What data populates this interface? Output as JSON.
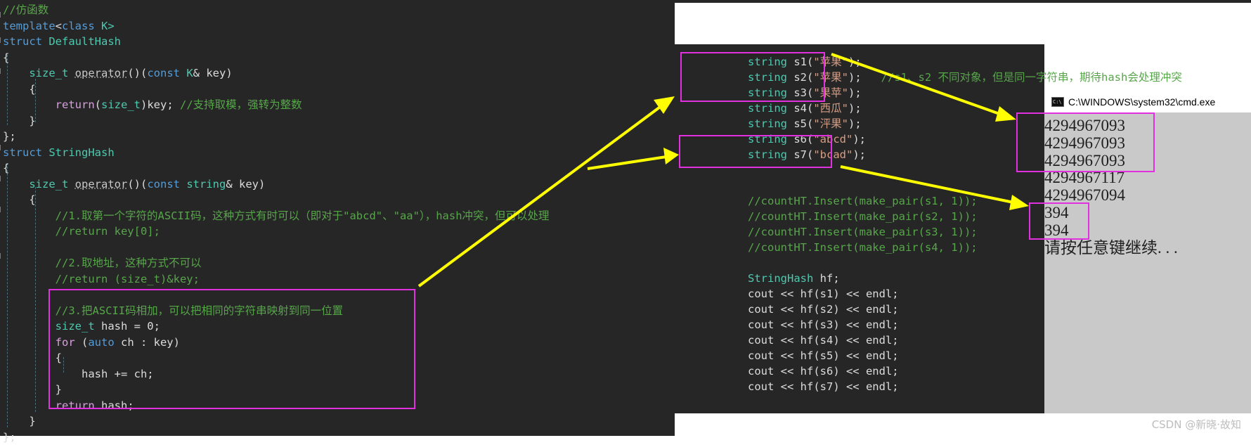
{
  "left_code": {
    "lines": [
      [
        [
          "//仿函数",
          "comment"
        ]
      ],
      [
        [
          "template",
          "keyword"
        ],
        [
          "<",
          "plain"
        ],
        [
          "class",
          "keyword"
        ],
        [
          " K>",
          "type"
        ]
      ],
      [
        [
          "struct",
          "keyword"
        ],
        [
          " DefaultHash",
          "type"
        ]
      ],
      [
        [
          "{",
          "plain"
        ]
      ],
      [
        [
          "    ",
          "plain"
        ],
        [
          "size_t",
          "type"
        ],
        [
          " ",
          "plain"
        ],
        [
          "operator",
          "func"
        ],
        [
          "()(",
          "plain"
        ],
        [
          "const",
          "keyword"
        ],
        [
          " K",
          "type"
        ],
        [
          "&",
          " plain"
        ],
        [
          " key)",
          "plain"
        ]
      ],
      [
        [
          "    {",
          "plain"
        ]
      ],
      [
        [
          "        ",
          "plain"
        ],
        [
          "return",
          "control"
        ],
        [
          "(",
          "plain"
        ],
        [
          "size_t",
          "type"
        ],
        [
          ")key; ",
          "plain"
        ],
        [
          "//支持取模，强转为整数",
          "comment"
        ]
      ],
      [
        [
          "    }",
          "plain"
        ]
      ],
      [
        [
          "};",
          "plain"
        ]
      ],
      [
        [
          "struct",
          "keyword"
        ],
        [
          " StringHash",
          "type"
        ]
      ],
      [
        [
          "{",
          "plain"
        ]
      ],
      [
        [
          "    ",
          "plain"
        ],
        [
          "size_t",
          "type"
        ],
        [
          " ",
          "plain"
        ],
        [
          "operator",
          "func"
        ],
        [
          "()(",
          "plain"
        ],
        [
          "const",
          "keyword"
        ],
        [
          " string",
          "type"
        ],
        [
          "& key)",
          "plain"
        ]
      ],
      [
        [
          "    {",
          "plain"
        ]
      ],
      [
        [
          "        //1.取第一个字符的ASCII码，这种方式有时可以（即对于\"abcd\"、\"aa\"），hash冲突，但可以处理",
          "comment"
        ]
      ],
      [
        [
          "        //return key[0];",
          "comment"
        ]
      ],
      [
        [
          "",
          "plain"
        ]
      ],
      [
        [
          "        //2.取地址，这种方式不可以",
          "comment"
        ]
      ],
      [
        [
          "        //return (size_t)&key;",
          "comment"
        ]
      ],
      [
        [
          "",
          "plain"
        ]
      ],
      [
        [
          "        //3.把ASCII码相加，可以把相同的字符串映射到同一位置",
          "comment"
        ]
      ],
      [
        [
          "        ",
          "plain"
        ],
        [
          "size_t",
          "type"
        ],
        [
          " hash = 0;",
          "plain"
        ]
      ],
      [
        [
          "        ",
          "plain"
        ],
        [
          "for",
          "control"
        ],
        [
          " (",
          "plain"
        ],
        [
          "auto",
          "keyword"
        ],
        [
          " ch : key)",
          "plain"
        ]
      ],
      [
        [
          "        {",
          "plain"
        ]
      ],
      [
        [
          "            hash += ch;",
          "plain"
        ]
      ],
      [
        [
          "        }",
          "plain"
        ]
      ],
      [
        [
          "        ",
          "plain"
        ],
        [
          "return",
          "control"
        ],
        [
          " hash;",
          "plain"
        ]
      ],
      [
        [
          "    }",
          "plain"
        ]
      ],
      [
        [
          "};",
          "plain"
        ]
      ]
    ]
  },
  "mid_code": {
    "lines": [
      [
        [
          "string",
          "type"
        ],
        [
          " s1(",
          "plain"
        ],
        [
          "\"苹果\"",
          "string"
        ],
        [
          ");",
          "plain"
        ]
      ],
      [
        [
          "string",
          "type"
        ],
        [
          " s2(",
          "plain"
        ],
        [
          "\"苹果\"",
          "string"
        ],
        [
          ");   ",
          "plain"
        ],
        [
          "//s1、s2 不同对象，但是同一字符串，期待hash会处理冲突",
          "comment"
        ]
      ],
      [
        [
          "string",
          "type"
        ],
        [
          " s3(",
          "plain"
        ],
        [
          "\"果苹\"",
          "string"
        ],
        [
          ");",
          "plain"
        ]
      ],
      [
        [
          "string",
          "type"
        ],
        [
          " s4(",
          "plain"
        ],
        [
          "\"西瓜\"",
          "string"
        ],
        [
          ");",
          "plain"
        ]
      ],
      [
        [
          "string",
          "type"
        ],
        [
          " s5(",
          "plain"
        ],
        [
          "\"泙果\"",
          "string"
        ],
        [
          ");",
          "plain"
        ]
      ],
      [
        [
          "string",
          "type"
        ],
        [
          " s6(",
          "plain"
        ],
        [
          "\"abcd\"",
          "string"
        ],
        [
          ");",
          "plain"
        ]
      ],
      [
        [
          "string",
          "type"
        ],
        [
          " s7(",
          "plain"
        ],
        [
          "\"bcad\"",
          "string"
        ],
        [
          ");",
          "plain"
        ]
      ],
      [
        [
          "",
          "plain"
        ]
      ],
      [
        [
          "",
          "plain"
        ]
      ],
      [
        [
          "//countHT.Insert(make_pair(s1, 1));",
          "comment"
        ]
      ],
      [
        [
          "//countHT.Insert(make_pair(s2, 1));",
          "comment"
        ]
      ],
      [
        [
          "//countHT.Insert(make_pair(s3, 1));",
          "comment"
        ]
      ],
      [
        [
          "//countHT.Insert(make_pair(s4, 1));",
          "comment"
        ]
      ],
      [
        [
          "",
          "plain"
        ]
      ],
      [
        [
          "StringHash",
          "type"
        ],
        [
          " hf;",
          "plain"
        ]
      ],
      [
        [
          "cout << hf(s1) << endl;",
          "plain"
        ]
      ],
      [
        [
          "cout << hf(s2) << endl;",
          "plain"
        ]
      ],
      [
        [
          "cout << hf(s3) << endl;",
          "plain"
        ]
      ],
      [
        [
          "cout << hf(s4) << endl;",
          "plain"
        ]
      ],
      [
        [
          "cout << hf(s5) << endl;",
          "plain"
        ]
      ],
      [
        [
          "cout << hf(s6) << endl;",
          "plain"
        ]
      ],
      [
        [
          "cout << hf(s7) << endl;",
          "plain"
        ]
      ]
    ]
  },
  "cmd": {
    "title": "C:\\WINDOWS\\system32\\cmd.exe",
    "output": [
      "4294967093",
      "4294967093",
      "4294967093",
      "4294967117",
      "4294967094",
      "394",
      "394",
      "请按任意键继续. . ."
    ]
  },
  "watermark": "CSDN @新晓·故知",
  "colors": {
    "editor_bg": "#262626",
    "highlight": "#e030e0",
    "arrow": "#ffff00",
    "console_bg": "#c9c9c9"
  }
}
